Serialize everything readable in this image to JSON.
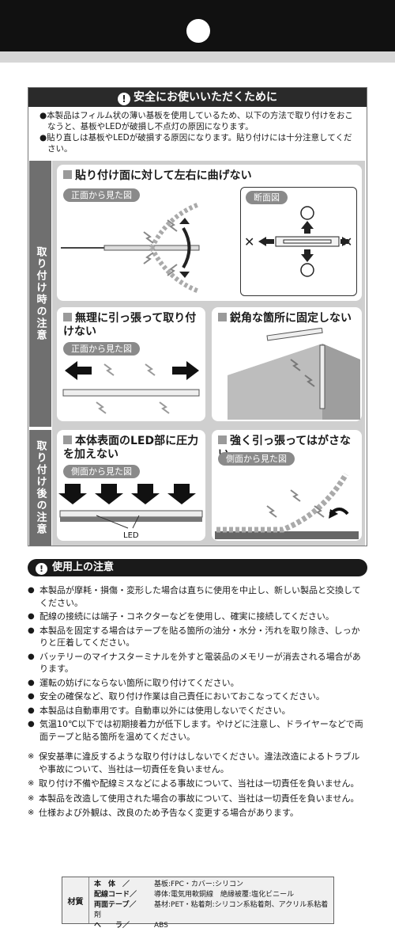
{
  "safety": {
    "title": "安全にお使いいただくために",
    "intro": [
      "●本製品はフィルム状の薄い基板を使用しているため、以下の方法で取り付けをおこなうと、基板やLEDが破損し不点灯の原因になります。",
      "●貼り直しは基板やLEDが破損する原因になります。貼り付けには十分注意してください。"
    ],
    "sidebar_install": "取り付け時の注意",
    "sidebar_after": "取り付け後の注意",
    "panels": {
      "bend": {
        "title": "貼り付け面に対して左右に曲げない",
        "tag_front": "正面から見た図",
        "tag_section": "断面図"
      },
      "pull": {
        "title": "無理に引っ張って取り付けない",
        "tag": "正面から見た図"
      },
      "corner": {
        "title": "鋭角な箇所に固定しない"
      },
      "press": {
        "title": "本体表面のLED部に圧力を加えない",
        "tag": "側面から見た図",
        "led_label": "LED"
      },
      "peel": {
        "title": "強く引っ張ってはがさない",
        "tag": "側面から見た図"
      }
    }
  },
  "usage": {
    "title": "使用上の注意",
    "items": [
      "本製品が摩耗・損傷・変形した場合は直ちに使用を中止し、新しい製品と交換してください。",
      "配線の接続には端子・コネクターなどを使用し、確実に接続してください。",
      "本製品を固定する場合はテープを貼る箇所の油分・水分・汚れを取り除き、しっかりと圧着してください。",
      "バッテリーのマイナスターミナルを外すと電装品のメモリーが消去される場合があります。",
      "運転の妨げにならない箇所に取り付けてください。",
      "安全の確保など、取り付け作業は自己責任においておこなってください。",
      "本製品は自動車用です。自動車以外には使用しないでください。",
      "気温10℃以下では初期接着力が低下します。やけどに注意し、ドライヤーなどで両面テープと貼る箇所を温めてください。"
    ],
    "notes": [
      "保安基準に違反するような取り付けはしないでください。違法改造によるトラブルや事故について、当社は一切責任を負いません。",
      "取り付け不備や配線ミスなどによる事故について、当社は一切責任を負いません。",
      "本製品を改造して使用された場合の事故について、当社は一切責任を負いません。",
      "仕様および外観は、改良のため予告なく変更する場合があります。"
    ]
  },
  "materials": {
    "label": "材質",
    "rows": [
      {
        "k": "本　体　／",
        "v": "基板:FPC・カバー:シリコン"
      },
      {
        "k": "配線コード／",
        "v": "導体:電気用軟銅線　絶縁被覆:塩化ビニール"
      },
      {
        "k": "両面テープ／",
        "v": "基材:PET・粘着剤:シリコン系粘着剤、アクリル系粘着剤"
      },
      {
        "k": "へ　　ラ／",
        "v": "ABS"
      }
    ]
  }
}
